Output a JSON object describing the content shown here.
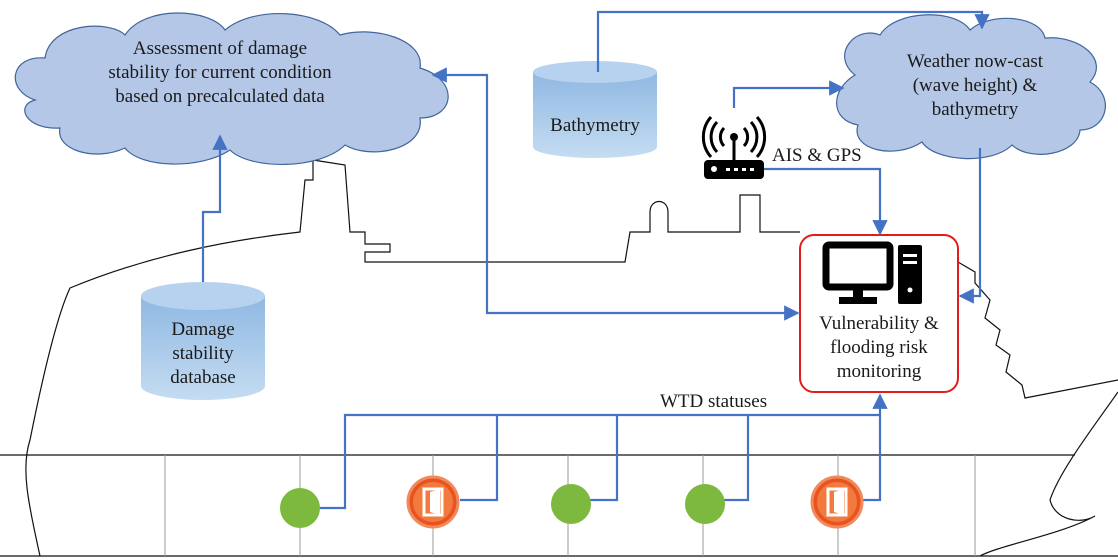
{
  "clouds": {
    "assessment": {
      "lines": [
        "Assessment of damage",
        "stability for current condition",
        "based on precalculated data"
      ]
    },
    "weather": {
      "lines": [
        "Weather now-cast",
        "(wave height) &",
        "bathymetry"
      ]
    }
  },
  "databases": {
    "bathymetry": {
      "lines": [
        "Bathymetry"
      ]
    },
    "damage_db": {
      "lines": [
        "Damage",
        "stability",
        "database"
      ]
    }
  },
  "monitor": {
    "lines": [
      "Vulnerability &",
      "flooding risk",
      "monitoring"
    ]
  },
  "labels": {
    "ais_gps": "AIS & GPS",
    "wtd_statuses": "WTD statuses"
  },
  "colors": {
    "arrow": "#4472c4",
    "cloud_fill": "#b4c7e7",
    "db_fill": "#9dc3e6",
    "monitor_border": "#e41b1b",
    "door_open": "#7cb93e",
    "door_closed": "#e8541f"
  },
  "icons": {
    "antenna": "wireless-router-icon",
    "computer": "desktop-computer-icon",
    "door_open": "open-door-status-icon",
    "door_closed": "closed-door-status-icon"
  }
}
